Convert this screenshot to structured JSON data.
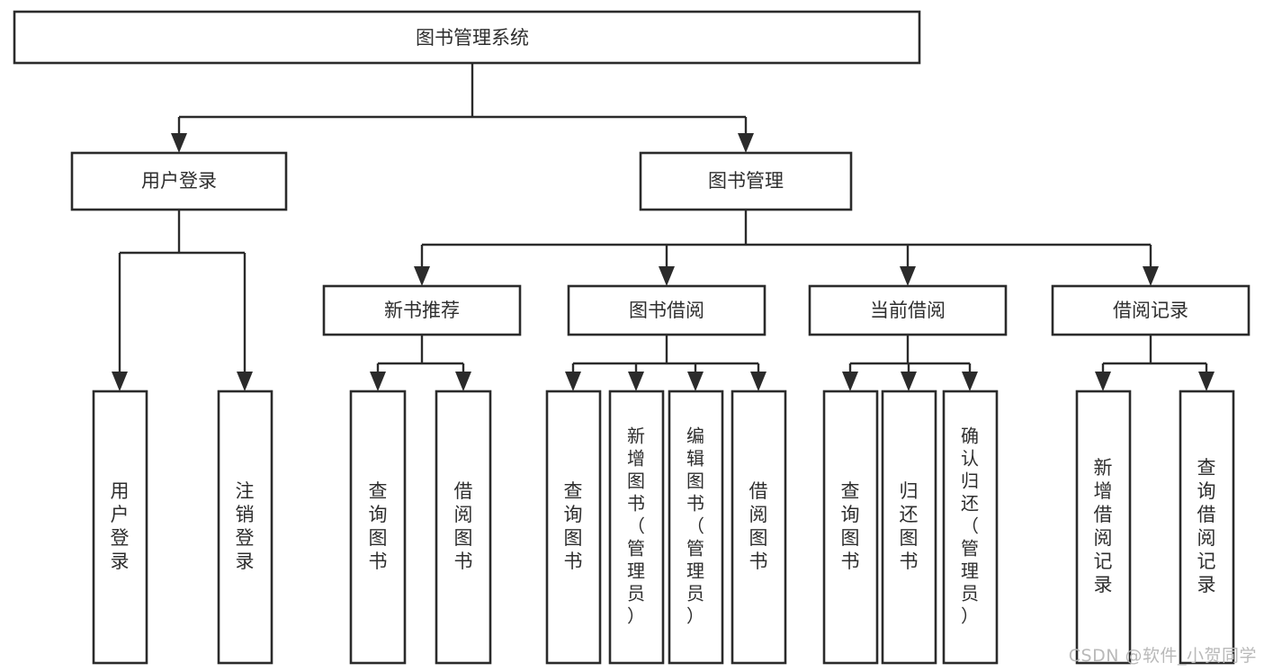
{
  "diagram": {
    "type": "tree",
    "title": "图书管理系统",
    "watermark": "CSDN @软件_小贺同学",
    "colors": {
      "box_stroke": "#2b2b2b",
      "box_fill": "#ffffff",
      "connector": "#2b2b2b",
      "text": "#2e2e2e",
      "watermark": "#b9b9b9",
      "background": "#ffffff"
    },
    "root": {
      "label": "图书管理系统"
    },
    "level2": [
      {
        "label": "用户登录"
      },
      {
        "label": "图书管理"
      }
    ],
    "level3": [
      {
        "label": "新书推荐"
      },
      {
        "label": "图书借阅"
      },
      {
        "label": "当前借阅"
      },
      {
        "label": "借阅记录"
      }
    ],
    "leaves": {
      "user_login": [
        {
          "label": "用户登录"
        },
        {
          "label": "注销登录"
        }
      ],
      "new_book": [
        {
          "label": "查询图书"
        },
        {
          "label": "借阅图书"
        }
      ],
      "book_borrow": [
        {
          "label": "查询图书"
        },
        {
          "label": "新增图书（管理员）"
        },
        {
          "label": "编辑图书（管理员）"
        },
        {
          "label": "借阅图书"
        }
      ],
      "current_borrow": [
        {
          "label": "查询图书"
        },
        {
          "label": "归还图书"
        },
        {
          "label": "确认归还（管理员）"
        }
      ],
      "borrow_record": [
        {
          "label": "新增借阅记录"
        },
        {
          "label": "查询借阅记录"
        }
      ]
    }
  }
}
